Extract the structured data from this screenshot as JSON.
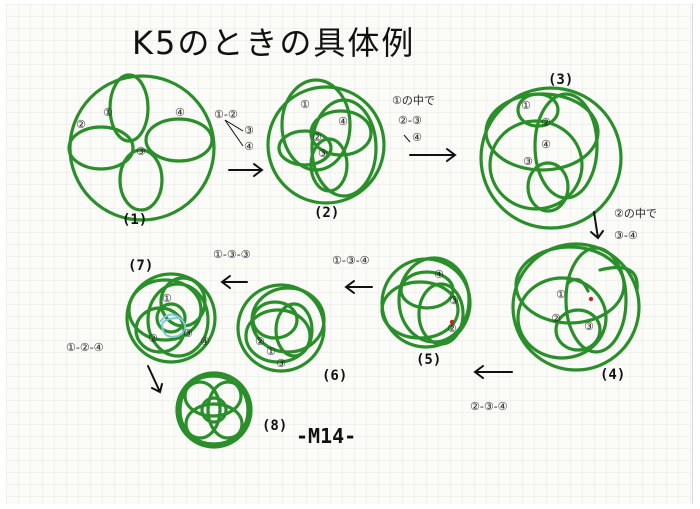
{
  "title": "K5のときの具体例",
  "panels": [
    {
      "id": 1,
      "label": "(1)"
    },
    {
      "id": 2,
      "label": "(2)"
    },
    {
      "id": 3,
      "label": "(3)"
    },
    {
      "id": 4,
      "label": "(4)"
    },
    {
      "id": 5,
      "label": "(5)"
    },
    {
      "id": 6,
      "label": "(6)"
    },
    {
      "id": 7,
      "label": "(7)"
    },
    {
      "id": 8,
      "label": "(8)"
    }
  ],
  "notes": {
    "step_1_2_a": "①-②",
    "step_1_2_b": "③",
    "step_1_2_c": "④",
    "step_2_3_head": "①の中で",
    "step_2_3_a": "②-③",
    "step_2_3_b": "④",
    "step_3_4_head": "②の中で",
    "step_3_4_a": "③-④",
    "step_4_5": "②-③-④",
    "step_5_6": "①-③-④",
    "step_6_7": "①-③-③",
    "step_7_8": "①-②-④"
  },
  "marks": {
    "p1": [
      "①",
      "②",
      "③",
      "④"
    ],
    "p2": [
      "①",
      "②",
      "③",
      "④"
    ],
    "p3": [
      "①",
      "②",
      "③",
      "④"
    ],
    "p4": [
      "①",
      "②",
      "③"
    ],
    "p5": [
      "④",
      "③",
      "②"
    ],
    "p6": [
      "②",
      "①",
      "③"
    ],
    "p7": [
      "①",
      "②",
      "③",
      "④"
    ]
  },
  "code": "-M14-",
  "colors": {
    "ink": "#2a8f2a",
    "pen": "#111111",
    "highlight": "#7fc9d6",
    "dot": "#cc2222"
  }
}
